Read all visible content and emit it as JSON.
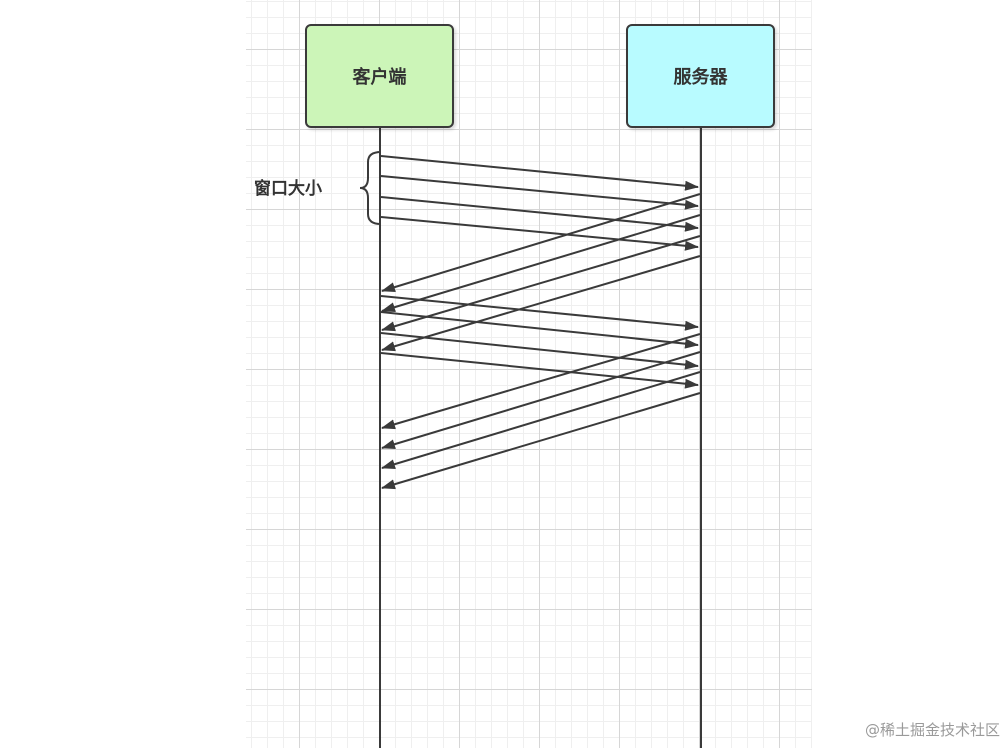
{
  "diagram": {
    "client_label": "客户端",
    "server_label": "服务器",
    "window_label": "窗口大小",
    "colors": {
      "client_fill": "#ccf5b8",
      "server_fill": "#b8fbff",
      "stroke": "#3a3a3a"
    },
    "messages": [
      {
        "from": "client",
        "to": "server",
        "group": 1,
        "index": 1
      },
      {
        "from": "client",
        "to": "server",
        "group": 1,
        "index": 2
      },
      {
        "from": "client",
        "to": "server",
        "group": 1,
        "index": 3
      },
      {
        "from": "client",
        "to": "server",
        "group": 1,
        "index": 4
      },
      {
        "from": "server",
        "to": "client",
        "group": 1,
        "index": 1
      },
      {
        "from": "server",
        "to": "client",
        "group": 1,
        "index": 2
      },
      {
        "from": "server",
        "to": "client",
        "group": 1,
        "index": 3
      },
      {
        "from": "server",
        "to": "client",
        "group": 1,
        "index": 4
      },
      {
        "from": "client",
        "to": "server",
        "group": 2,
        "index": 1
      },
      {
        "from": "client",
        "to": "server",
        "group": 2,
        "index": 2
      },
      {
        "from": "client",
        "to": "server",
        "group": 2,
        "index": 3
      },
      {
        "from": "client",
        "to": "server",
        "group": 2,
        "index": 4
      },
      {
        "from": "server",
        "to": "client",
        "group": 2,
        "index": 1
      },
      {
        "from": "server",
        "to": "client",
        "group": 2,
        "index": 2
      },
      {
        "from": "server",
        "to": "client",
        "group": 2,
        "index": 3
      },
      {
        "from": "server",
        "to": "client",
        "group": 2,
        "index": 4
      }
    ]
  },
  "watermark": "@稀土掘金技术社区"
}
